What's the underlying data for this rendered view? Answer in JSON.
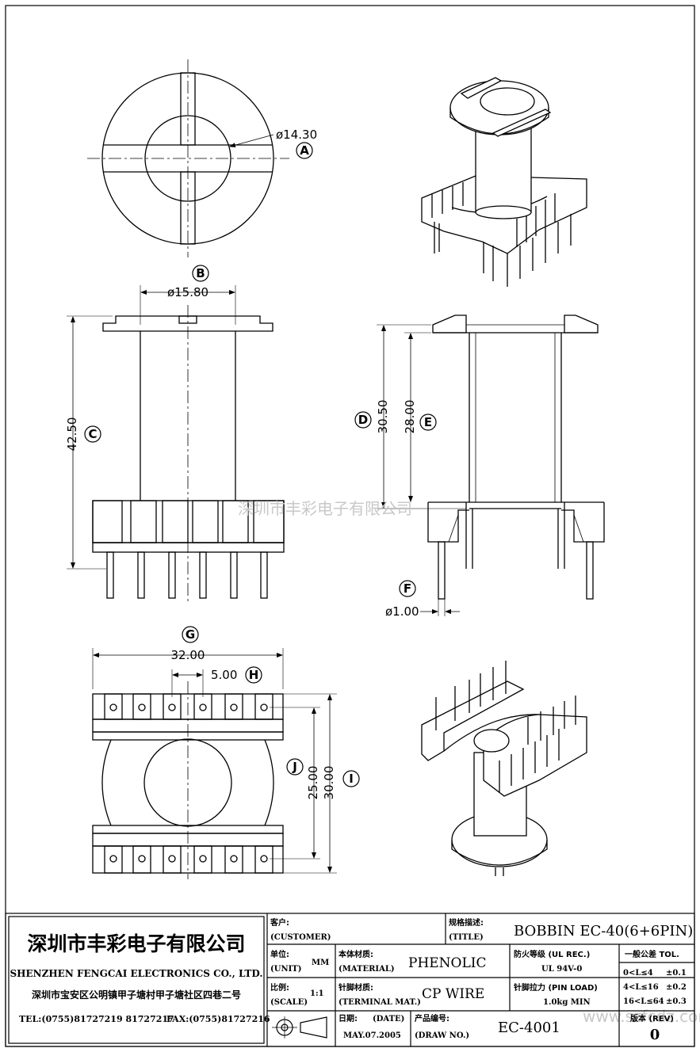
{
  "dimensions": {
    "A": {
      "letter": "A",
      "value": "ø14.30"
    },
    "B": {
      "letter": "B",
      "value": "ø15.80"
    },
    "C": {
      "letter": "C",
      "value": "42.50"
    },
    "D": {
      "letter": "D",
      "value": "30.50"
    },
    "E": {
      "letter": "E",
      "value": "28.00"
    },
    "F": {
      "letter": "F",
      "value": "ø1.00"
    },
    "G": {
      "letter": "G",
      "value": "32.00"
    },
    "H": {
      "letter": "H",
      "value": "5.00"
    },
    "I": {
      "letter": "I",
      "value": "30.00"
    },
    "J": {
      "letter": "J",
      "value": "25.00"
    }
  },
  "watermark": "深圳市丰彩电子有限公司",
  "watermark_url": "www.szfcdz.com",
  "company": {
    "name_cn": "深圳市丰彩电子有限公司",
    "name_en": "SHENZHEN FENGCAI ELECTRONICS CO., LTD.",
    "address": "深圳市宝安区公明镇甲子塘村甲子塘社区四巷二号",
    "tel": "TEL:(0755)81727219  81727217",
    "fax": "FAX:(0755)81727216"
  },
  "title_block": {
    "customer_cn": "客户:",
    "customer_en": "(CUSTOMER)",
    "title_cn": "规格描述:",
    "title_en": "(TITLE)",
    "title_value": "BOBBIN EC-40(6+6PIN)",
    "unit_cn": "单位:",
    "unit_en": "(UNIT)",
    "unit_value": "MM",
    "material_cn": "本体材质:",
    "material_en": "(MATERIAL)",
    "material_value": "PHENOLIC",
    "ul_label": "防火等级 (UL REC.)",
    "ul_value": "UL 94V-0",
    "tol_label": "一般公差 TOL.",
    "tol_rows": [
      {
        "range": "0<L≤4",
        "tol": "±0.1"
      },
      {
        "range": "4<L≤16",
        "tol": "±0.2"
      },
      {
        "range": "16<L≤64",
        "tol": "±0.3"
      }
    ],
    "scale_cn": "比例:",
    "scale_en": "(SCALE)",
    "scale_value": "1:1",
    "terminal_cn": "针脚材质:",
    "terminal_en": "(TERMINAL MAT.)",
    "terminal_value": "CP WIRE",
    "pinload_label": "针脚拉力 (PIN LOAD)",
    "pinload_value": "1.0kg MIN",
    "date_cn": "日期:",
    "date_en": "(DATE)",
    "date_value": "MAY.07.2005",
    "drawno_cn": "产品编号:",
    "drawno_en": "(DRAW NO.)",
    "drawno_value": "EC-4001",
    "rev_label": "版本 (REV)",
    "rev_value": "0"
  },
  "colors": {
    "line": "#000000",
    "watermark": "#c8c8c8",
    "background": "#ffffff"
  }
}
